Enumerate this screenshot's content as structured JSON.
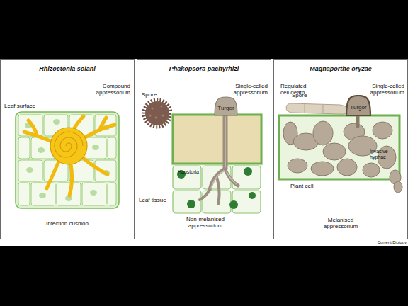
{
  "diagram": {
    "nodes": [
      {
        "text": [
          "Rhizoctonia solani"
        ]
      },
      {
        "text": [
          "Phakopsora pachyrhizi"
        ]
      },
      {
        "text": [
          "Turgor"
        ],
        "in": 1
      },
      {
        "text": [
          "Magnaporthe oryzae"
        ]
      },
      {
        "text": [
          "Turgor"
        ],
        "in": 3
      }
    ],
    "labels": [
      "Compound appressorium",
      "Leaf surface",
      "Infection cushion",
      "Spore",
      "Single-celled appressorium",
      "Haustoria",
      "Leaf tissue",
      "Non-melanised appressorium",
      "Regulated cell death",
      "Single-celled appressorium",
      "Spore",
      "Invasive hyphae",
      "Plant cell",
      "Melanised appressorium",
      "Current Biology"
    ]
  }
}
